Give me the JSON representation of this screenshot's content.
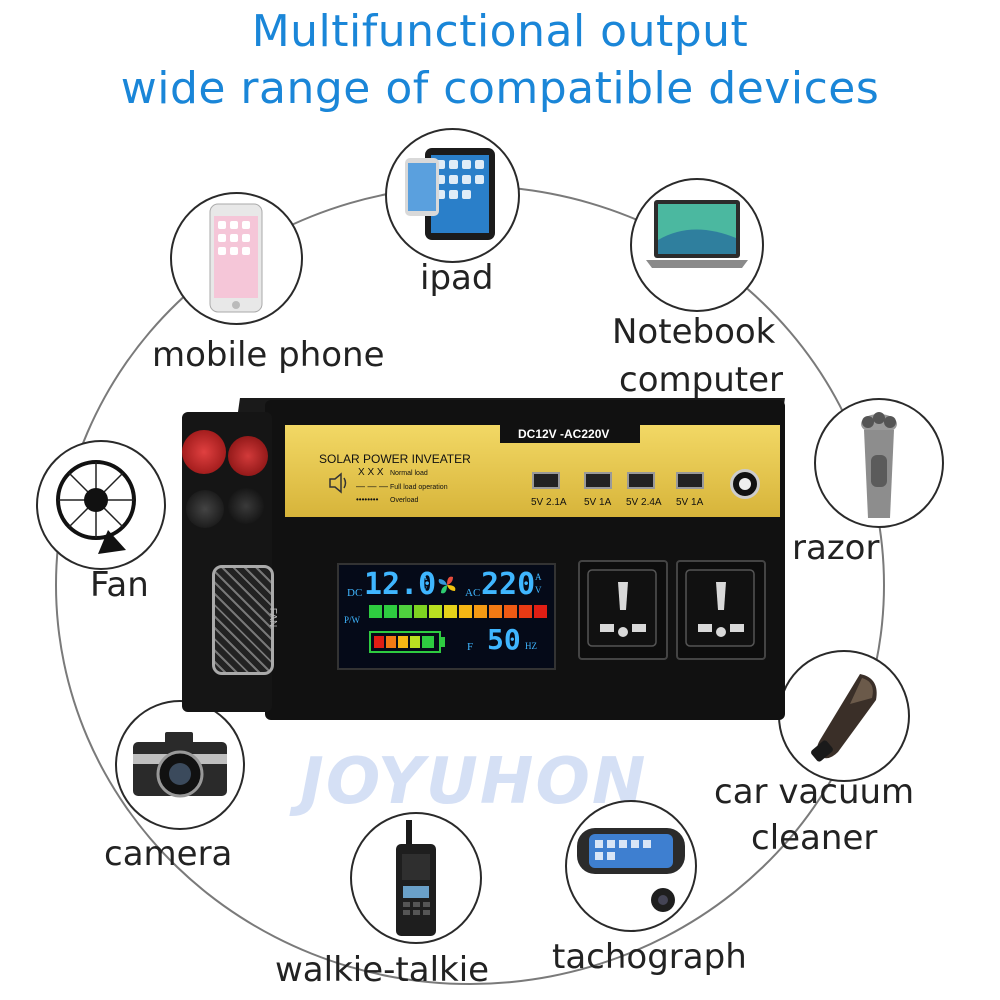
{
  "heading": {
    "line1": "Multifunctional output",
    "line2": "wide range of compatible devices"
  },
  "devices": [
    {
      "label": "ipad",
      "icon": "tablet-icon"
    },
    {
      "label": "mobile phone",
      "icon": "smartphone-icon"
    },
    {
      "label": "Notebook",
      "label2": "computer",
      "icon": "laptop-icon"
    },
    {
      "label": "razor",
      "icon": "razor-icon"
    },
    {
      "label": "Fan",
      "icon": "fan-icon"
    },
    {
      "label": "car vacuum",
      "label2": "cleaner",
      "icon": "vacuum-icon"
    },
    {
      "label": "camera",
      "icon": "camera-icon"
    },
    {
      "label": "walkie-talkie",
      "icon": "walkie-talkie-icon"
    },
    {
      "label": "tachograph",
      "icon": "dashcam-icon"
    }
  ],
  "watermark": "JOYUHON",
  "inverter": {
    "brand_title": "SOLAR POWER INVEATER",
    "rating": "DC12V -AC220V",
    "legend": [
      {
        "symbol": "X X X",
        "text": "Normal load"
      },
      {
        "symbol": "— — —",
        "text": "Full load operation"
      },
      {
        "symbol": "••••••••",
        "text": "Overload"
      }
    ],
    "usb_ports": [
      "5V 2.1A",
      "5V 1A",
      "5V 2.4A",
      "5V 1A"
    ],
    "fan_label": "FAN",
    "display": {
      "dc_label": "DC",
      "dc_value": "12.0",
      "dc_unit_top": "A",
      "dc_unit_bottom": "V",
      "ac_label": "AC",
      "ac_value": "220",
      "ac_unit_top": "A",
      "ac_unit_bottom": "V",
      "pw_label": "P/W",
      "f_label": "F",
      "freq_value": "50",
      "freq_unit": "HZ"
    },
    "colors": {
      "panel_gold": "#e6c54d",
      "lcd_digits": "#3fb6ff",
      "body": "#111111"
    }
  }
}
